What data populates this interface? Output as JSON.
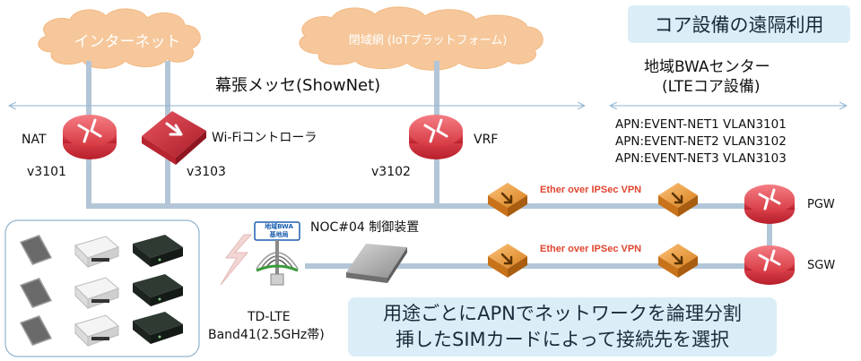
{
  "title": "コア設備の遠隔利用",
  "clouds": {
    "internet": "インターネット",
    "closed_network": "閉域網 (IoTプラットフォーム)"
  },
  "venue_label": "幕張メッセ(ShowNet)",
  "bwa_center": {
    "line1": "地域BWAセンター",
    "line2": "(LTEコア設備)"
  },
  "apn_list": [
    "APN:EVENT-NET1 VLAN3101",
    "APN:EVENT-NET2 VLAN3102",
    "APN:EVENT-NET3 VLAN3103"
  ],
  "nodes": {
    "nat": "NAT",
    "wifi_controller": "Wi-Fiコントローラ",
    "vrf": "VRF",
    "pgw": "PGW",
    "sgw": "SGW",
    "noc": "NOC#04 制御装置"
  },
  "vlans": {
    "v3101": "v3101",
    "v3103": "v3103",
    "v3102": "v3102"
  },
  "vpn_label": "Ether over IPSec VPN",
  "base_station": {
    "sign_line1": "地域BWA",
    "sign_line2": "基地局"
  },
  "radio": {
    "line1": "TD-LTE",
    "line2": "Band41(2.5GHz帯)"
  },
  "message": {
    "line1": "用途ごとにAPNでネットワークを論理分割",
    "line2": "挿したSIMカードによって接続先を選択"
  },
  "colors": {
    "cloud": "#f6c79a",
    "line": "#b3c6d8",
    "router": "#d6313d",
    "vpn_node": "#e7962f",
    "vpn_text": "#e0452e",
    "box": "#dbeef7"
  }
}
